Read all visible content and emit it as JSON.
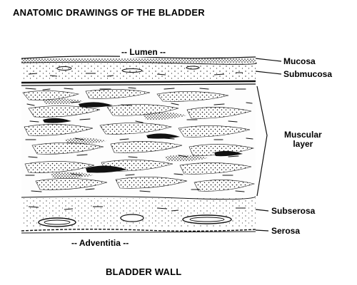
{
  "title": "ANATOMIC DRAWINGS OF THE BLADDER",
  "caption": "BLADDER WALL",
  "top_label": "-- Lumen --",
  "bottom_label": "-- Adventitia --",
  "layers": {
    "mucosa": "Mucosa",
    "submucosa": "Submucosa",
    "muscular_line1": "Muscular",
    "muscular_line2": "layer",
    "subserosa": "Subserosa",
    "serosa": "Serosa"
  },
  "colors": {
    "ink": "#111111",
    "background": "#ffffff"
  }
}
